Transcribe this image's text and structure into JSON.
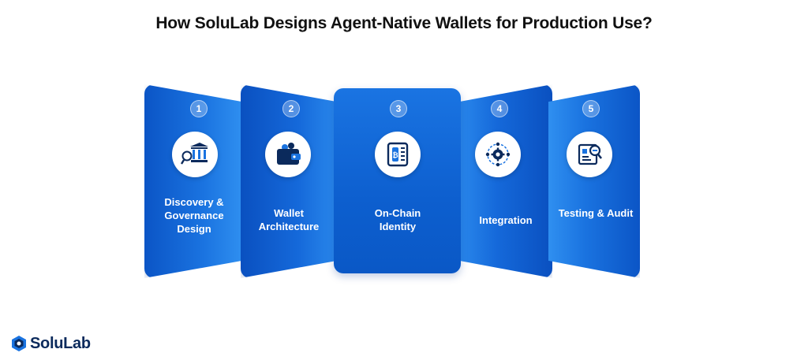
{
  "title": "How SoluLab Designs Agent-Native Wallets for Production Use?",
  "steps": [
    {
      "number": "1",
      "label_lines": [
        "Discovery &",
        "Governance",
        "Design"
      ],
      "icon": "bank-search-icon"
    },
    {
      "number": "2",
      "label_lines": [
        "Wallet",
        "Architecture"
      ],
      "icon": "wallet-icon"
    },
    {
      "number": "3",
      "label_lines": [
        "On-Chain",
        "Identity"
      ],
      "icon": "identity-chip-icon"
    },
    {
      "number": "4",
      "label_lines": [
        "Integration"
      ],
      "icon": "gear-network-icon"
    },
    {
      "number": "5",
      "label_lines": [
        "Testing & Audit"
      ],
      "icon": "audit-search-icon"
    }
  ],
  "brand": {
    "name": "SoluLab"
  },
  "colors": {
    "panel_blue": "#0b58c9",
    "icon_navy": "#0b2a5c",
    "icon_accent": "#1a73e0"
  }
}
